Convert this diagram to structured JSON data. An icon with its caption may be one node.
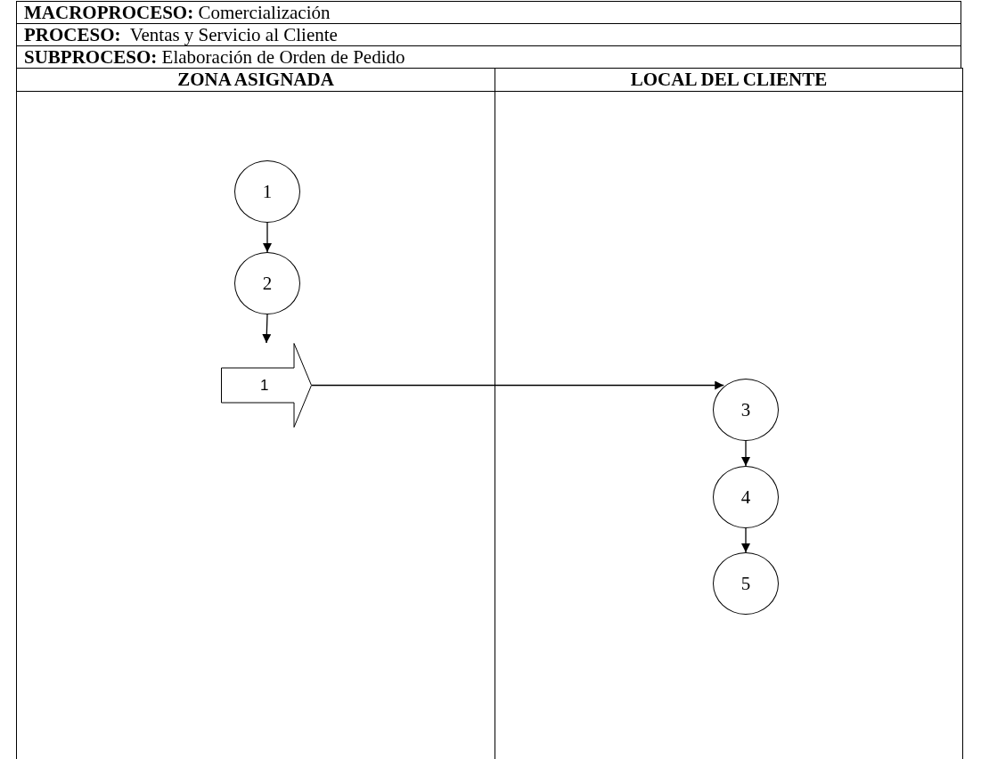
{
  "diagram": {
    "nodes": [
      {
        "text": [
          "ZONA ASIGNADA"
        ]
      },
      {
        "text": [
          "LOCAL DEL CLIENTE"
        ]
      },
      {
        "text": [
          "1"
        ],
        "in": 0
      },
      {
        "text": [
          "2"
        ],
        "in": 0
      },
      {
        "text": [
          "1"
        ],
        "in": 0
      },
      {
        "text": [
          "3"
        ],
        "in": 1
      },
      {
        "text": [
          "4"
        ],
        "in": 1
      },
      {
        "text": [
          "5"
        ],
        "in": 1
      }
    ],
    "edges": [
      {
        "from": 2,
        "to": 3,
        "arrow": "to"
      },
      {
        "from": 3,
        "to": 4,
        "arrow": "to"
      },
      {
        "from": 4,
        "to": 5,
        "arrow": "to"
      },
      {
        "from": 5,
        "to": 6,
        "arrow": "to"
      },
      {
        "from": 6,
        "to": 7,
        "arrow": "to"
      }
    ],
    "labels": [
      "**MACROPROCESO:** Comercialización",
      "**PROCESO:**  Ventas y Servicio al Cliente",
      "**SUBPROCESO:** Elaboración de Orden de Pedido"
    ]
  }
}
